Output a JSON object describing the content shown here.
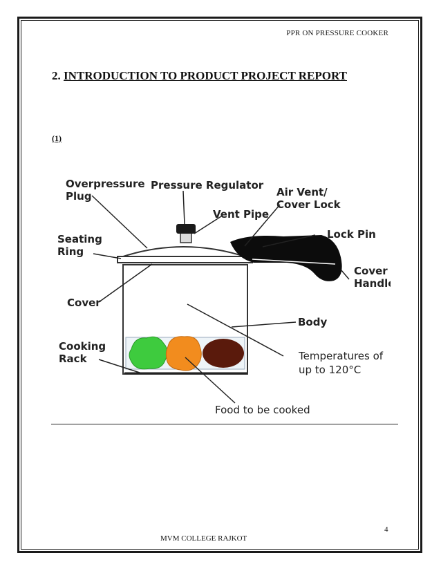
{
  "header": {
    "title": "PPR ON PRESSURE COOKER"
  },
  "section": {
    "number": "2.",
    "title": "INTRODUCTION TO PRODUCT PROJECT REPORT"
  },
  "figure": {
    "label": "(1)",
    "parts": {
      "overpressure_plug": [
        "Overpressure",
        "Plug"
      ],
      "pressure_regulator": "Pressure Regulator",
      "air_vent": [
        "Air Vent/",
        "Cover Lock"
      ],
      "vent_pipe": "Vent Pipe",
      "lock_pin": "Lock Pin",
      "seating_ring": [
        "Seating",
        "Ring"
      ],
      "cover_handle": [
        "Cover",
        "Handle"
      ],
      "cover": "Cover",
      "body": "Body",
      "cooking_rack": [
        "Cooking",
        "Rack"
      ],
      "temperatures": [
        "Temperatures of",
        "up to 120°C"
      ],
      "food": "Food to be cooked"
    },
    "colors": {
      "food_green": "#3ecb3e",
      "food_orange": "#f28c1e",
      "food_brown": "#5a1a0c",
      "handle": "#0c0c0c"
    }
  },
  "footer": {
    "page_number": "4",
    "college": "MVM COLLEGE RAJKOT"
  }
}
